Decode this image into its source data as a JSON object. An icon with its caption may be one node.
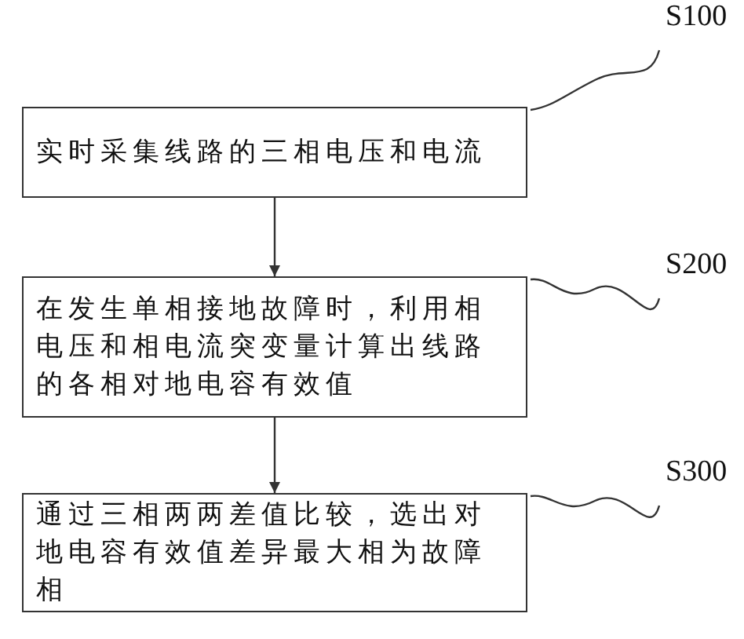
{
  "diagram": {
    "nodes": [
      {
        "text": [
          "S100"
        ]
      },
      {
        "text": [
          "实时采集线路的三相电压和电流"
        ]
      },
      {
        "text": [
          "S200"
        ]
      },
      {
        "text": [
          "在发生单相接地故障时，利用相电压和相电流突变量计算出线路的各相对地电容有效值"
        ]
      },
      {
        "text": [
          "S300"
        ]
      },
      {
        "text": [
          "通过三相两两差值比较，选出对地电容有效值差异最大相为故障相"
        ]
      }
    ],
    "edges": [
      {
        "from": 1,
        "to": 3,
        "arrow": "to"
      },
      {
        "from": 3,
        "to": 5,
        "arrow": "to"
      },
      {
        "from": 0,
        "to": 1,
        "arrow": "none"
      },
      {
        "from": 2,
        "to": 3,
        "arrow": "none"
      },
      {
        "from": 4,
        "to": 5,
        "arrow": "none"
      }
    ]
  }
}
